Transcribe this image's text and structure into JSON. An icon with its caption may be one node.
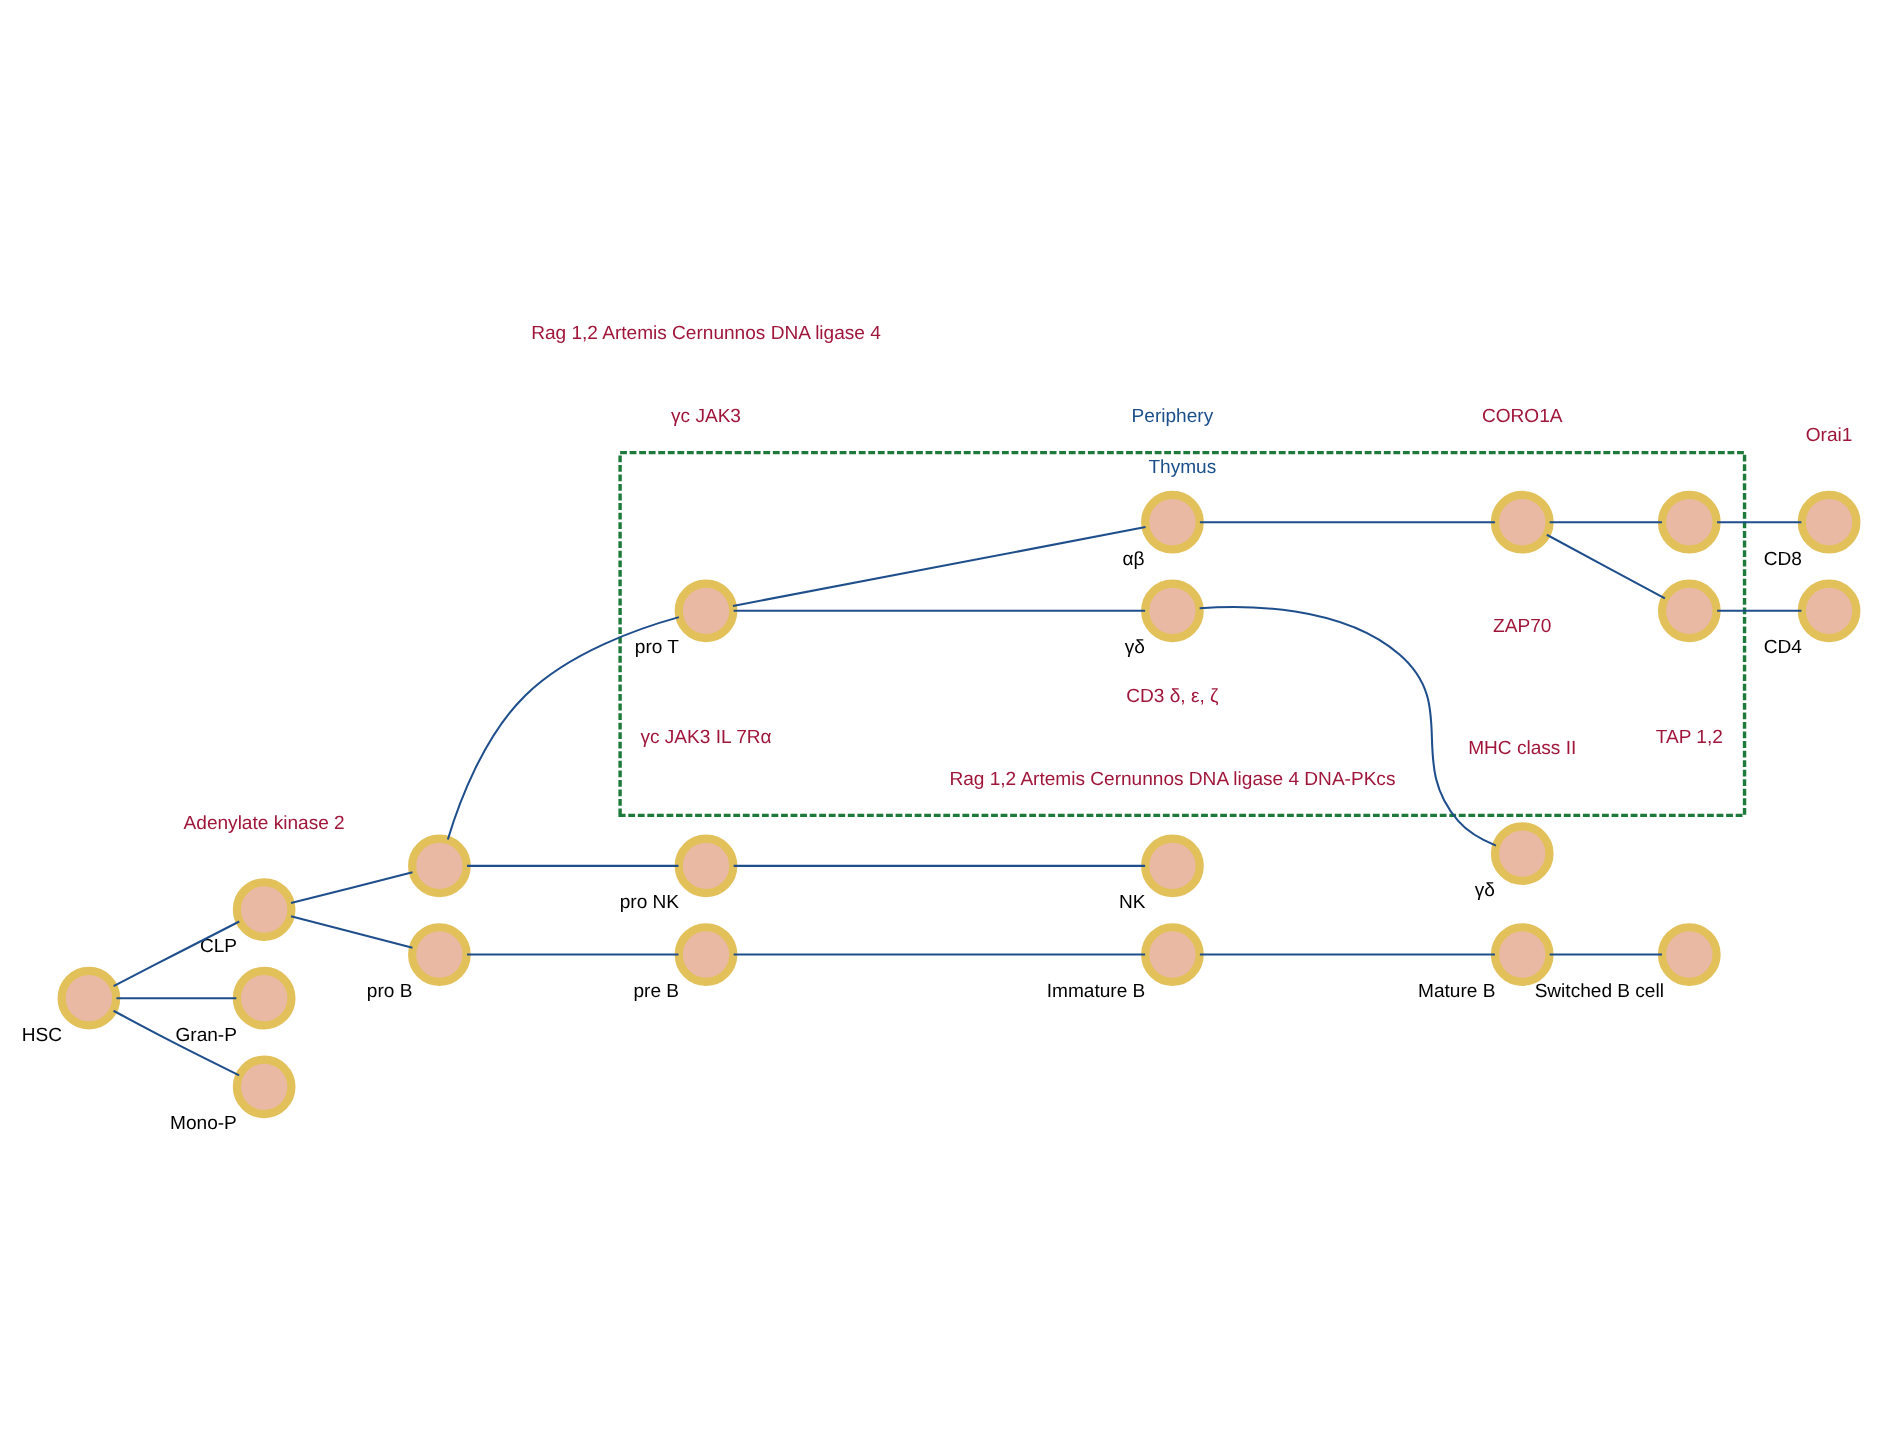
{
  "diagram": {
    "nodes": [
      {
        "text": [],
        "shape": "circle",
        "beside": [
          "HSC"
        ]
      },
      {
        "text": [],
        "shape": "circle",
        "beside": [
          "CLP"
        ]
      },
      {
        "text": [],
        "shape": "circle",
        "beside": [
          "Gran-P"
        ]
      },
      {
        "text": [],
        "shape": "circle",
        "beside": [
          "Mono-P"
        ]
      },
      {
        "text": [],
        "shape": "circle"
      },
      {
        "text": [],
        "shape": "circle",
        "beside": [
          "pro NK"
        ]
      },
      {
        "text": [],
        "shape": "circle",
        "beside": [
          "NK"
        ]
      },
      {
        "text": [
          "Thymus"
        ]
      },
      {
        "text": [],
        "shape": "circle",
        "beside": [
          "pro T"
        ],
        "in": 7
      },
      {
        "text": [],
        "shape": "circle",
        "beside": [
          "γδ"
        ],
        "in": 7
      },
      {
        "text": [],
        "shape": "circle",
        "beside": [
          "αβ"
        ],
        "in": 7
      },
      {
        "text": [],
        "shape": "circle",
        "in": 7
      },
      {
        "text": [],
        "shape": "circle",
        "in": 7
      },
      {
        "text": [],
        "shape": "circle",
        "in": 7
      },
      {
        "text": [],
        "shape": "circle",
        "beside": [
          "γδ"
        ]
      },
      {
        "text": [],
        "shape": "circle",
        "beside": [
          "CD8"
        ]
      },
      {
        "text": [],
        "shape": "circle",
        "beside": [
          "CD4"
        ]
      },
      {
        "text": [],
        "shape": "circle",
        "beside": [
          "pro B"
        ]
      },
      {
        "text": [],
        "shape": "circle",
        "beside": [
          "pre B"
        ]
      },
      {
        "text": [],
        "shape": "circle",
        "beside": [
          "Immature B"
        ]
      },
      {
        "text": [],
        "shape": "circle",
        "beside": [
          "Mature B"
        ]
      },
      {
        "text": [],
        "shape": "circle",
        "beside": [
          "Switched B cell"
        ]
      }
    ],
    "edges": [
      {
        "from": 0,
        "to": 1,
        "arrow": "none"
      },
      {
        "from": 0,
        "to": 2,
        "arrow": "none"
      },
      {
        "from": 0,
        "to": 3,
        "arrow": "none"
      },
      {
        "from": 1,
        "to": 4,
        "arrow": "none"
      },
      {
        "from": 4,
        "to": 5,
        "arrow": "none"
      },
      {
        "from": 5,
        "to": 6,
        "arrow": "none"
      },
      {
        "from": 4,
        "to": 8,
        "arrow": "none"
      },
      {
        "from": 8,
        "to": 9,
        "arrow": "none"
      },
      {
        "from": 8,
        "to": 10,
        "arrow": "none"
      },
      {
        "from": 9,
        "to": 14,
        "arrow": "none"
      },
      {
        "from": 10,
        "to": 11,
        "arrow": "none"
      },
      {
        "from": 11,
        "to": 12,
        "arrow": "none"
      },
      {
        "from": 11,
        "to": 13,
        "arrow": "none"
      },
      {
        "from": 12,
        "to": 15,
        "arrow": "none"
      },
      {
        "from": 13,
        "to": 16,
        "arrow": "none"
      },
      {
        "from": 1,
        "to": 17,
        "arrow": "none"
      },
      {
        "from": 17,
        "to": 18,
        "arrow": "none"
      },
      {
        "from": 18,
        "to": 19,
        "arrow": "none"
      },
      {
        "from": 19,
        "to": 20,
        "arrow": "none"
      },
      {
        "from": 20,
        "to": 21,
        "arrow": "none"
      }
    ],
    "labels": [
      "Periphery",
      "Adenylate kinase 2",
      "γc JAK3",
      "γc JAK3 IL 7Rα",
      "CD3 δ, ε, ζ",
      "Rag 1,2 Artemis Cernunnos DNA ligase 4 DNA-PKcs",
      "ZAP70",
      "TAP 1,2",
      "MHC class II",
      "CORO1A",
      "Orai1",
      "Rag 1,2 Artemis Cernunnos DNA ligase 4"
    ]
  }
}
